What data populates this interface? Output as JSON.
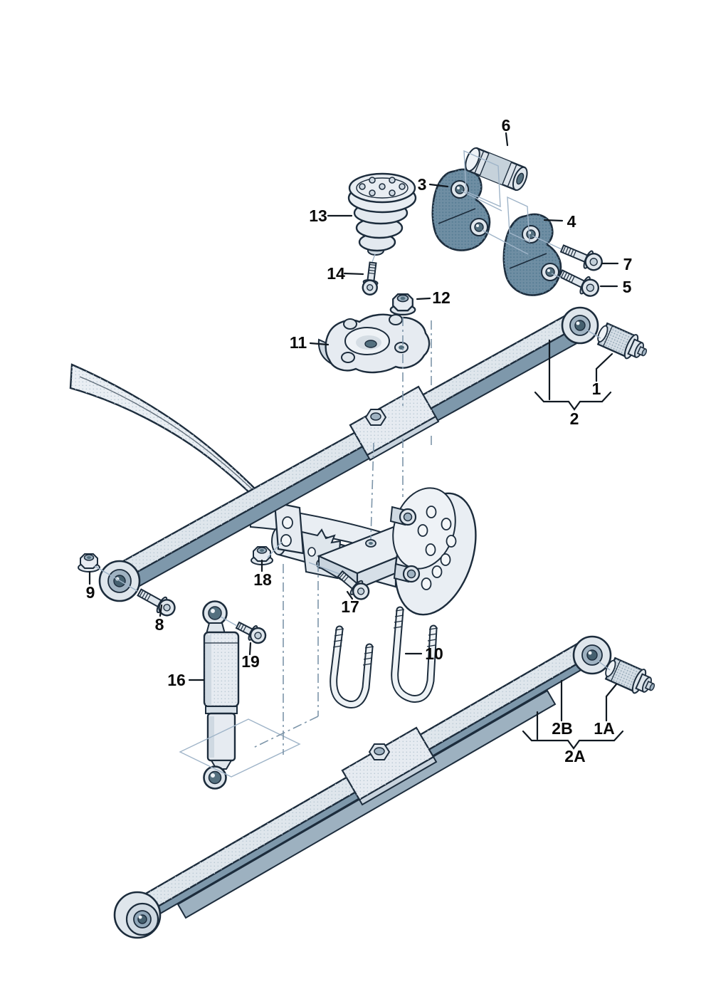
{
  "diagram": {
    "colors": {
      "outline": "#1c2c3c",
      "light_part": "#e6ebf1",
      "mid_part": "#c2cfd9",
      "steel_side": "#7e98ab",
      "dark_plate": "#6f8ea3",
      "reference_line": "#8fa7bb",
      "label_text": "#0a0a0a"
    }
  },
  "callouts": [
    {
      "label": "6",
      "part": "shackle-bushing-sleeve"
    },
    {
      "label": "3",
      "part": "shackle-plate-inner"
    },
    {
      "label": "4",
      "part": "shackle-plate-outer"
    },
    {
      "label": "7",
      "part": "shackle-bolt-upper"
    },
    {
      "label": "5",
      "part": "shackle-bolt-lower"
    },
    {
      "label": "13",
      "part": "bump-stop"
    },
    {
      "label": "14",
      "part": "bump-stop-bolt"
    },
    {
      "label": "12",
      "part": "flange-nut"
    },
    {
      "label": "11",
      "part": "spring-mounting-plate"
    },
    {
      "label": "1",
      "part": "spring-eye-bushing"
    },
    {
      "label": "2",
      "part": "leaf-spring-assembly"
    },
    {
      "label": "9",
      "part": "front-eye-nut"
    },
    {
      "label": "8",
      "part": "front-eye-bolt"
    },
    {
      "label": "18",
      "part": "axle-bracket-nut"
    },
    {
      "label": "17",
      "part": "axle-bracket-bolt"
    },
    {
      "label": "10",
      "part": "u-bolts"
    },
    {
      "label": "19",
      "part": "shock-upper-bolt"
    },
    {
      "label": "16",
      "part": "shock-absorber"
    },
    {
      "label": "1A",
      "part": "spring-eye-bushing-variant"
    },
    {
      "label": "2B",
      "part": "helper-leaf"
    },
    {
      "label": "2A",
      "part": "leaf-spring-assembly-variant"
    }
  ]
}
